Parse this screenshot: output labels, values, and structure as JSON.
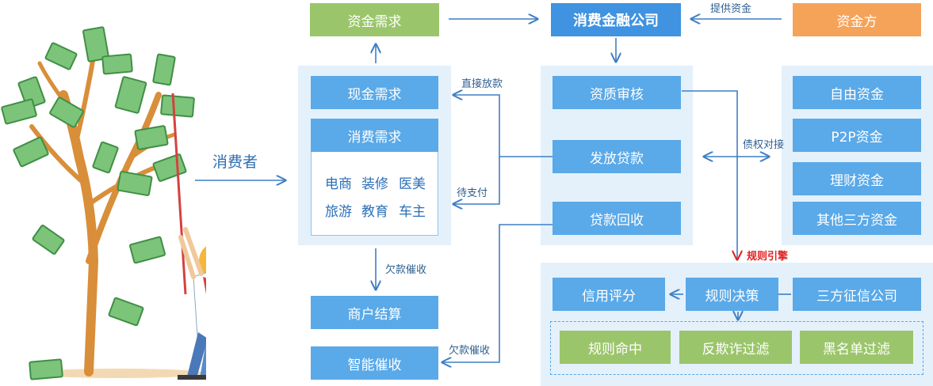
{
  "consumer": "消费者",
  "capital_demand": "资金需求",
  "company": "消费金融公司",
  "fund_provider": "资金方",
  "provide_funds": "提供资金",
  "cash_demand": "现金需求",
  "consumption_demand": "消费需求",
  "consumption_items": [
    "电商",
    "装修",
    "医美",
    "旅游",
    "教育",
    "车主"
  ],
  "direct_lending": "直接放款",
  "pending_payment": "待支付",
  "overdue_collection_1": "欠款催收",
  "overdue_collection_2": "欠款催收",
  "merchant_settlement": "商户结算",
  "smart_collection": "智能催收",
  "qualification_review": "资质审核",
  "loan_issuance": "发放贷款",
  "loan_recovery": "贷款回收",
  "debt_matching": "债权对接",
  "funds": [
    "自由资金",
    "P2P资金",
    "理财资金",
    "其他三方资金"
  ],
  "rule_engine": "规则引擎",
  "credit_score": "信用评分",
  "rule_decision": "规则决策",
  "third_party_credit": "三方征信公司",
  "rule_hit": "规则命中",
  "anti_fraud": "反欺诈过滤",
  "blacklist": "黑名单过滤",
  "colors": {
    "primary_blue": "#5aa9e8",
    "company_blue": "#3f93e0",
    "green": "#9bc56b",
    "orange": "#f6a35a",
    "panel": "#e4f1fb",
    "red": "#e02020"
  }
}
